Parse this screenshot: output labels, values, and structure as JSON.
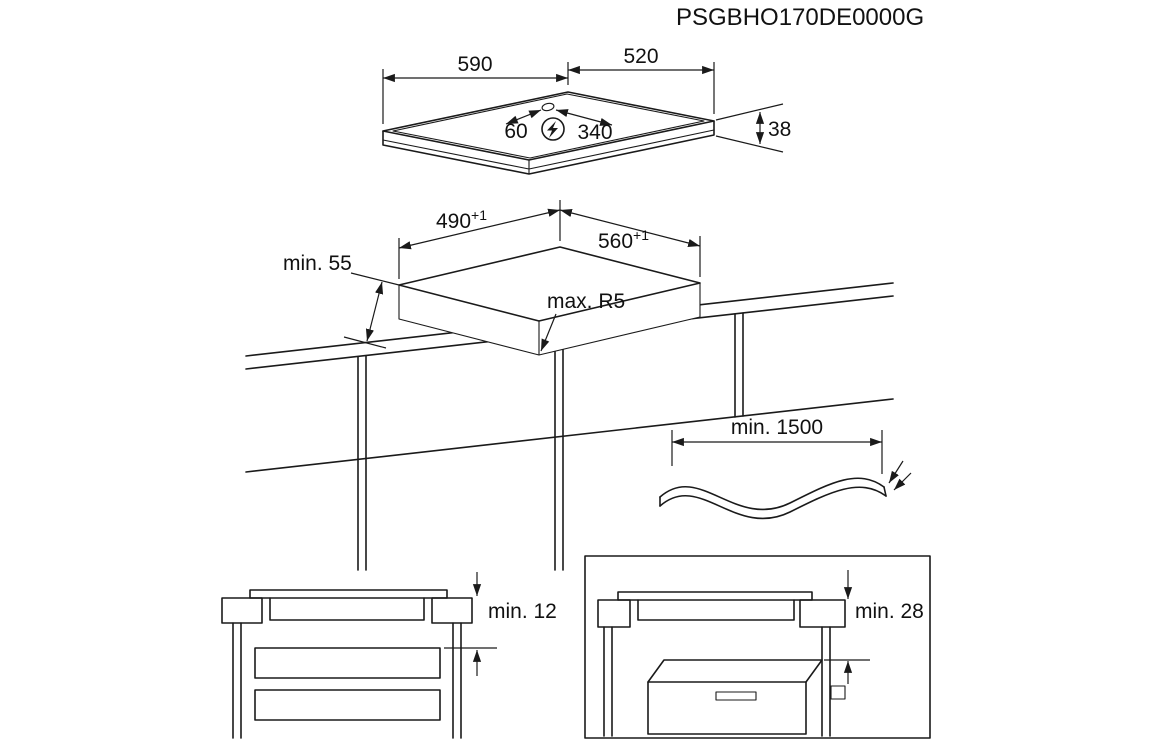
{
  "product_code": "PSGBHO170DE0000G",
  "hob": {
    "width": "590",
    "depth": "520",
    "cable_hole_offset": "60",
    "cable_hole_span": "340",
    "height": "38"
  },
  "cutout": {
    "width": "490",
    "width_tol": "+1",
    "depth": "560",
    "depth_tol": "+1",
    "front_clearance": "min. 55",
    "corner_radius": "max. R5"
  },
  "cable": {
    "length": "min. 1500"
  },
  "clearance": {
    "drawer": "min. 12",
    "oven": "min. 28"
  },
  "icons": {
    "power": "lightning-bolt-in-circle"
  },
  "colors": {
    "line": "#1a1a1a",
    "background": "#ffffff"
  }
}
